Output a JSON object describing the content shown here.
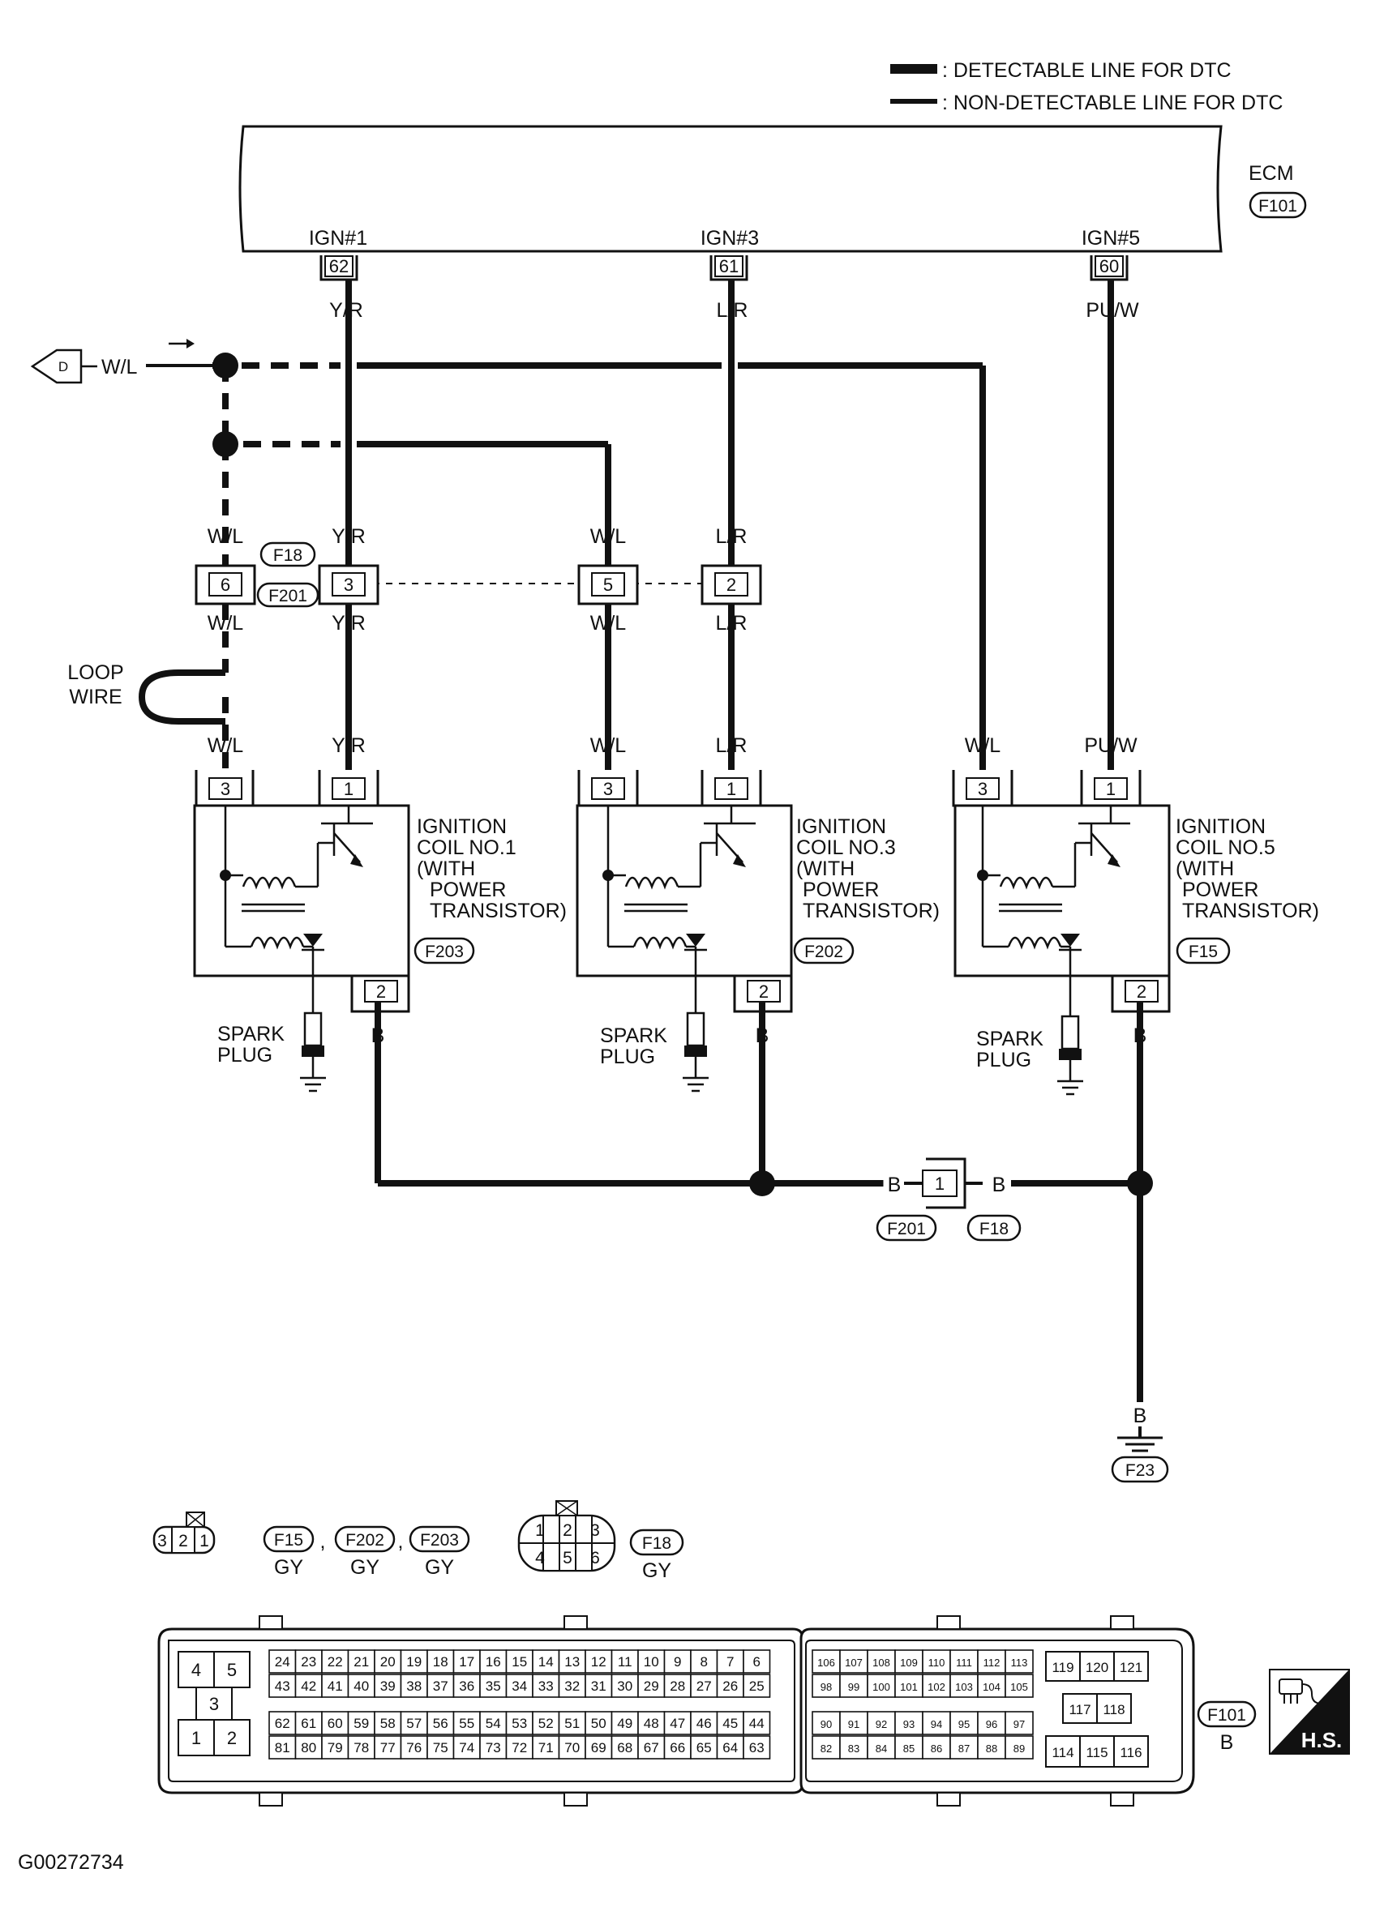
{
  "legend": {
    "detectable": ": DETECTABLE LINE FOR DTC",
    "non_detectable": ": NON-DETECTABLE LINE FOR DTC"
  },
  "ecm": {
    "name": "ECM",
    "connector": "F101",
    "terminals": [
      {
        "label": "IGN#1",
        "pin": "62",
        "wire": "Y/R"
      },
      {
        "label": "IGN#3",
        "pin": "61",
        "wire": "L/R"
      },
      {
        "label": "IGN#5",
        "pin": "60",
        "wire": "PU/W"
      }
    ]
  },
  "supply": {
    "tag": "D",
    "wire": "W/L"
  },
  "harness_connector": {
    "upper": "F18",
    "lower": "F201",
    "pins": [
      {
        "pin": "6",
        "wire_top": "W/L",
        "wire_bottom": "W/L"
      },
      {
        "pin": "3",
        "wire_top": "Y/R",
        "wire_bottom": "Y/R"
      },
      {
        "pin": "5",
        "wire_top": "W/L",
        "wire_bottom": "W/L"
      },
      {
        "pin": "2",
        "wire_top": "L/R",
        "wire_bottom": "L/R"
      }
    ]
  },
  "loop_wire": [
    "LOOP",
    "WIRE"
  ],
  "coils": [
    {
      "title": [
        "IGNITION",
        "COIL NO.1",
        "(WITH",
        "POWER",
        "TRANSISTOR)"
      ],
      "connector": "F203",
      "pin3": "3",
      "pin1": "1",
      "pin2": "2",
      "wire3": "W/L",
      "wire1": "Y/R",
      "ground": "B"
    },
    {
      "title": [
        "IGNITION",
        "COIL NO.3",
        "(WITH",
        "POWER",
        "TRANSISTOR)"
      ],
      "connector": "F202",
      "pin3": "3",
      "pin1": "1",
      "pin2": "2",
      "wire3": "W/L",
      "wire1": "L/R",
      "ground": "B"
    },
    {
      "title": [
        "IGNITION",
        "COIL NO.5",
        "(WITH",
        "POWER",
        "TRANSISTOR)"
      ],
      "connector": "F15",
      "pin3": "3",
      "pin1": "1",
      "pin2": "2",
      "wire3": "W/L",
      "wire1": "PU/W",
      "ground": "B"
    }
  ],
  "spark_plug": [
    "SPARK",
    "PLUG"
  ],
  "ground_joint": {
    "pin": "1",
    "wire_left": "B",
    "wire_right": "B",
    "conn_left": "F201",
    "conn_right": "F18"
  },
  "ground": {
    "wire": "B",
    "connector": "F23"
  },
  "connector_views": {
    "three_pin": {
      "pins": [
        "3",
        "2",
        "1"
      ],
      "names": [
        "F15",
        "F202",
        "F203"
      ],
      "colors": [
        "GY",
        "GY",
        "GY"
      ],
      "sep": ","
    },
    "six_pin": {
      "top": [
        "1",
        "2",
        "3"
      ],
      "bottom": [
        "4",
        "5",
        "6"
      ],
      "name": "F18",
      "color": "GY"
    }
  },
  "ecm_connector": {
    "name": "F101",
    "color": "B",
    "left_block": {
      "top": [
        "4",
        "5"
      ],
      "mid": "3",
      "bottom": [
        "1",
        "2"
      ]
    },
    "rows": [
      [
        "24",
        "23",
        "22",
        "21",
        "20",
        "19",
        "18",
        "17",
        "16",
        "15",
        "14",
        "13",
        "12",
        "11",
        "10",
        "9",
        "8",
        "7",
        "6"
      ],
      [
        "43",
        "42",
        "41",
        "40",
        "39",
        "38",
        "37",
        "36",
        "35",
        "34",
        "33",
        "32",
        "31",
        "30",
        "29",
        "28",
        "27",
        "26",
        "25"
      ],
      [
        "62",
        "61",
        "60",
        "59",
        "58",
        "57",
        "56",
        "55",
        "54",
        "53",
        "52",
        "51",
        "50",
        "49",
        "48",
        "47",
        "46",
        "45",
        "44"
      ],
      [
        "81",
        "80",
        "79",
        "78",
        "77",
        "76",
        "75",
        "74",
        "73",
        "72",
        "71",
        "70",
        "69",
        "68",
        "67",
        "66",
        "65",
        "64",
        "63"
      ]
    ],
    "right_rows": [
      [
        "106",
        "107",
        "108",
        "109",
        "110",
        "111",
        "112",
        "113"
      ],
      [
        "98",
        "99",
        "100",
        "101",
        "102",
        "103",
        "104",
        "105"
      ],
      [
        "90",
        "91",
        "92",
        "93",
        "94",
        "95",
        "96",
        "97"
      ],
      [
        "82",
        "83",
        "84",
        "85",
        "86",
        "87",
        "88",
        "89"
      ]
    ],
    "far_right": {
      "top": [
        "119",
        "120",
        "121"
      ],
      "mid": [
        "117",
        "118"
      ],
      "bottom": [
        "114",
        "115",
        "116"
      ]
    }
  },
  "badge": "H.S.",
  "figure_id": "G00272734"
}
